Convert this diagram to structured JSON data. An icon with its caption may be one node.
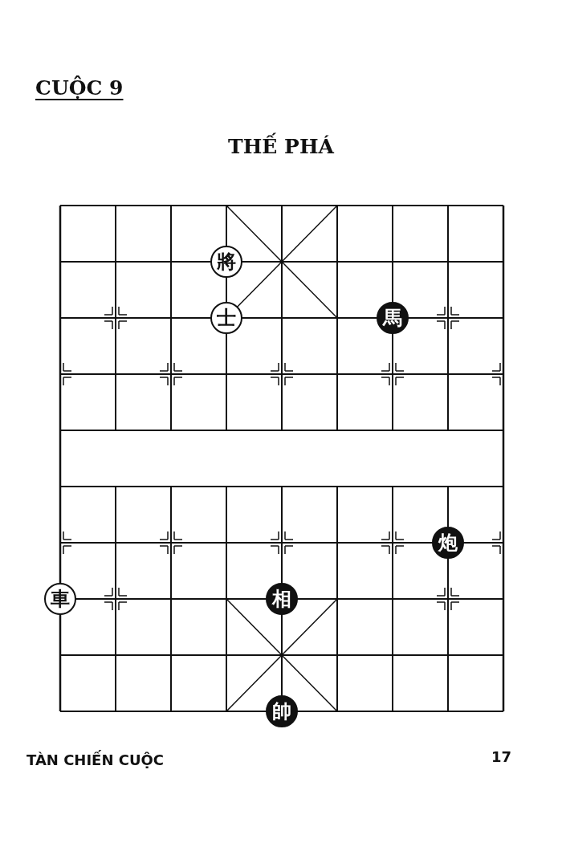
{
  "diagram": {
    "title": "THẾ PHÁ",
    "nodes": [
      {
        "text": [
          "將"
        ]
      },
      {
        "text": [
          "士"
        ]
      },
      {
        "text": [
          "馬"
        ]
      },
      {
        "text": [
          "炮"
        ]
      },
      {
        "text": [
          "車"
        ]
      },
      {
        "text": [
          "相"
        ]
      },
      {
        "text": [
          "帥"
        ]
      }
    ],
    "edges": [],
    "labels": [
      "CUỘC 9",
      "TÀN CHIẾN CUỘC",
      "17"
    ]
  }
}
